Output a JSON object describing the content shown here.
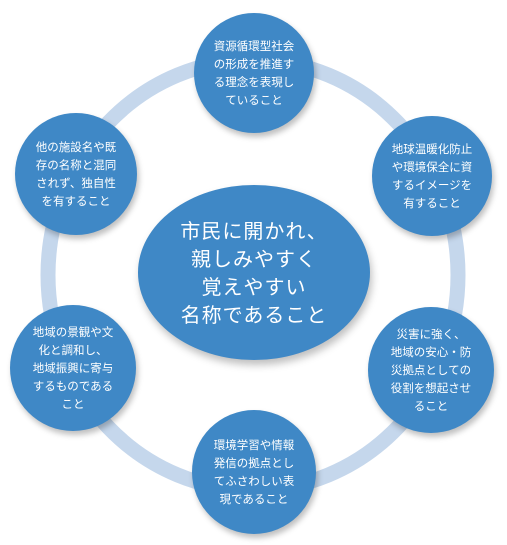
{
  "center": {
    "text": "市民に開かれ、\n親しみやすく\n覚えやすい\n名称であること"
  },
  "nodes": [
    {
      "text": "資源循環型社会\nの形成を推進す\nる理念を表現し\nていること"
    },
    {
      "text": "地球温暖化防止\nや環境保全に資\nするイメージを\n有すること"
    },
    {
      "text": "災害に強く、\n地域の安心・防\n災拠点としての\n役割を想起させ\nること"
    },
    {
      "text": "環境学習や情報\n発信の拠点とし\nてふさわしい表\n現であること"
    },
    {
      "text": "地域の景観や文\n化と調和し、\n地域振興に寄与\nするものである\nこと"
    },
    {
      "text": "他の施設名や既\n存の名称と混同\nされず、独自性\nを有すること"
    }
  ],
  "colors": {
    "node": "#3f88c6",
    "ring": "#c5d7ec",
    "text": "#ffffff"
  }
}
